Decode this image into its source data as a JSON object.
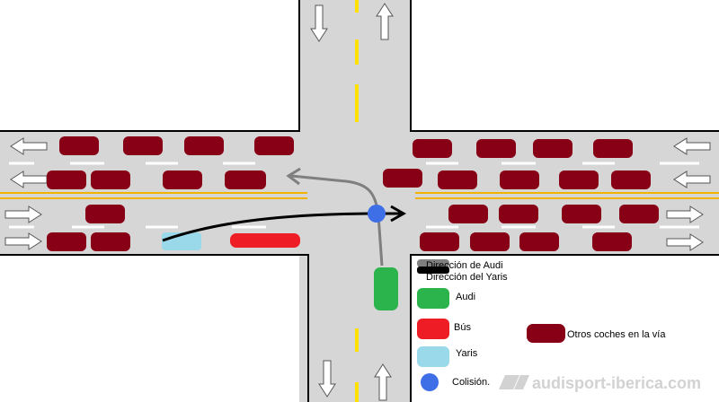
{
  "legend": {
    "audi_direction": "Dirección de Audi",
    "yaris_direction": "Dirección del Yaris",
    "audi": "Audi",
    "bus": "Bús",
    "yaris": "Yaris",
    "collision": "Colisión.",
    "other_cars": "Otros coches en la vía"
  },
  "watermark": {
    "text": "audisport-iberica.com"
  },
  "icons": {
    "lane_arrow": "hollow-arrow-icon",
    "path_arrowhead": "arrowhead-icon",
    "watermark_logo": "audisport-logo-icon"
  },
  "colors": {
    "road": "#d6d6d6",
    "road_edge": "#000000",
    "center_line": "#ffe000",
    "divider_line": "#f0b400",
    "lane_marking": "#ffffff",
    "audi": "#2bb44b",
    "bus": "#ee1c24",
    "yaris": "#99d9ea",
    "other_cars": "#880015",
    "collision": "#3f6fe6",
    "audi_path": "#7f7f7f",
    "yaris_path": "#000000"
  }
}
